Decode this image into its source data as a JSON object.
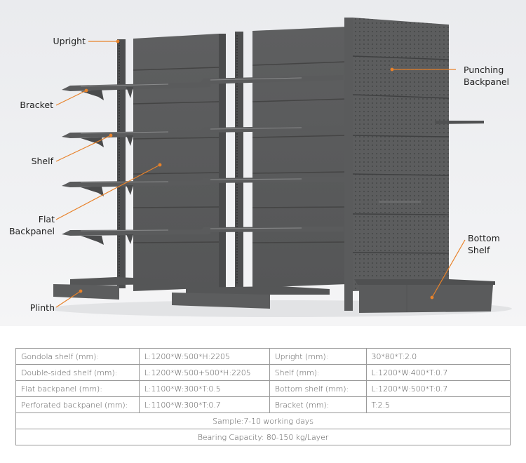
{
  "diagram": {
    "subject": "Gondola supermarket shelf with flat and punching backpanels",
    "colors": {
      "metal": "#5a5b5c",
      "metal_dark": "#464748",
      "metal_light": "#737475",
      "callout_line": "#e8822a",
      "background": "#eeeff1"
    },
    "callouts": {
      "upright": "Upright",
      "bracket": "Bracket",
      "shelf": "Shelf",
      "flat_backpanel": "Flat\nBackpanel",
      "plinth": "Plinth",
      "punching_backpanel": "Punching\nBackpanel",
      "bottom_shelf": "Bottom\nShelf"
    }
  },
  "specs": {
    "rows": [
      {
        "label1": "Gondola shelf (mm):",
        "value1": "L:1200*W:500*H:2205",
        "label2": "Upright (mm):",
        "value2": "30*80*T:2.0"
      },
      {
        "label1": "Double-sided shelf (mm):",
        "value1": "L:1200*W:500+500*H:2205",
        "label2": "Shelf (mm):",
        "value2": "L:1200*W:400*T:0.7"
      },
      {
        "label1": "Flat backpanel (mm):",
        "value1": "L:1100*W:300*T:0.5",
        "label2": "Bottom shelf (mm):",
        "value2": "L:1200*W:500*T:0.7"
      },
      {
        "label1": "Perforated backpanel (mm):",
        "value1": "L:1100*W:300*T:0.7",
        "label2": "Bracket (mm):",
        "value2": "T:2.5"
      }
    ],
    "sample": "Sample:7-10 working days",
    "bearing_capacity": "Bearing Capacity: 80-150 kg/Layer"
  }
}
